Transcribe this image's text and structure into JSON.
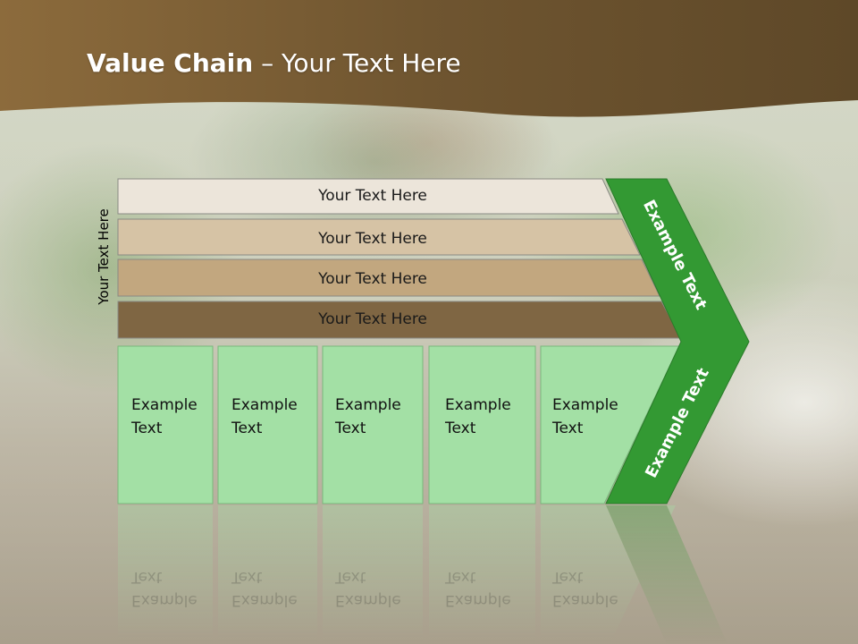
{
  "title": {
    "bold": "Value Chain",
    "rest": " – Your Text Here"
  },
  "side_label": "Your Text Here",
  "bars": [
    {
      "label": "Your Text Here",
      "color": "#ece5da"
    },
    {
      "label": "Your Text Here",
      "color": "#d6c3a5"
    },
    {
      "label": "Your Text Here",
      "color": "#c2a77f"
    },
    {
      "label": "Your Text Here",
      "color": "#7f6643"
    }
  ],
  "boxes": [
    {
      "line1": "Example",
      "line2": "Text"
    },
    {
      "line1": "Example",
      "line2": "Text"
    },
    {
      "line1": "Example",
      "line2": "Text"
    },
    {
      "line1": "Example",
      "line2": "Text"
    },
    {
      "line1": "Example",
      "line2": "Text"
    }
  ],
  "chevron": {
    "upper_label": "Example Text",
    "lower_label": "Example Text",
    "color": "#339933"
  },
  "colors": {
    "header": "#7b6136",
    "box_fill": "#a3e0a5",
    "box_border": "#7ab77c"
  }
}
